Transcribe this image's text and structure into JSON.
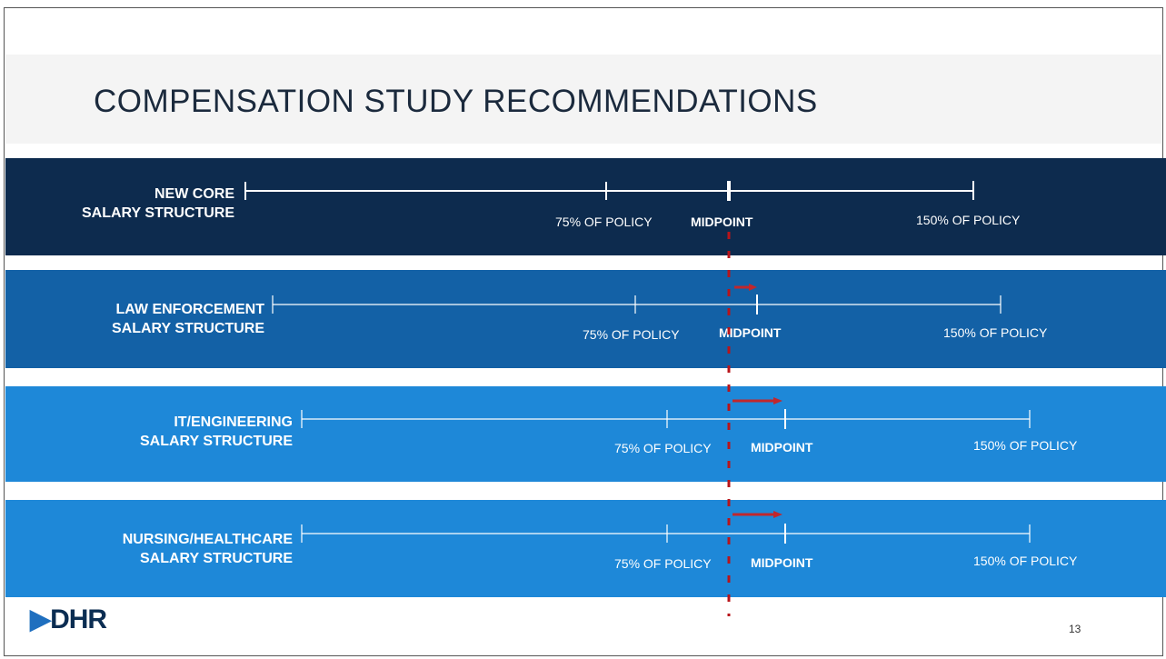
{
  "slide": {
    "title": "COMPENSATION STUDY RECOMMENDATIONS",
    "page_number": "13",
    "logo": "DHR",
    "colors": {
      "band_core": "#0d2b4e",
      "band_law": "#1361a6",
      "band_it": "#1e88d8",
      "band_nursing": "#1e88d8",
      "arrow": "#c0272d",
      "dashed_line": "#b8141a",
      "text": "#ffffff"
    }
  },
  "structures": [
    {
      "name_line1": "NEW CORE",
      "name_line2": "SALARY STRUCTURE",
      "low_label": "75% OF POLICY",
      "mid_label": "MIDPOINT",
      "high_label": "150% OF POLICY",
      "arrow": false
    },
    {
      "name_line1": "LAW ENFORCEMENT",
      "name_line2": "SALARY STRUCTURE",
      "low_label": "75% OF POLICY",
      "mid_label": "MIDPOINT",
      "high_label": "150% OF POLICY",
      "arrow": true
    },
    {
      "name_line1": "IT/ENGINEERING",
      "name_line2": "SALARY STRUCTURE",
      "low_label": "75% OF POLICY",
      "mid_label": "MIDPOINT",
      "high_label": "150% OF POLICY",
      "arrow": true
    },
    {
      "name_line1": "NURSING/HEALTHCARE",
      "name_line2": "SALARY STRUCTURE",
      "low_label": "75% OF POLICY",
      "mid_label": "MIDPOINT",
      "high_label": "150% OF POLICY",
      "arrow": true
    }
  ]
}
